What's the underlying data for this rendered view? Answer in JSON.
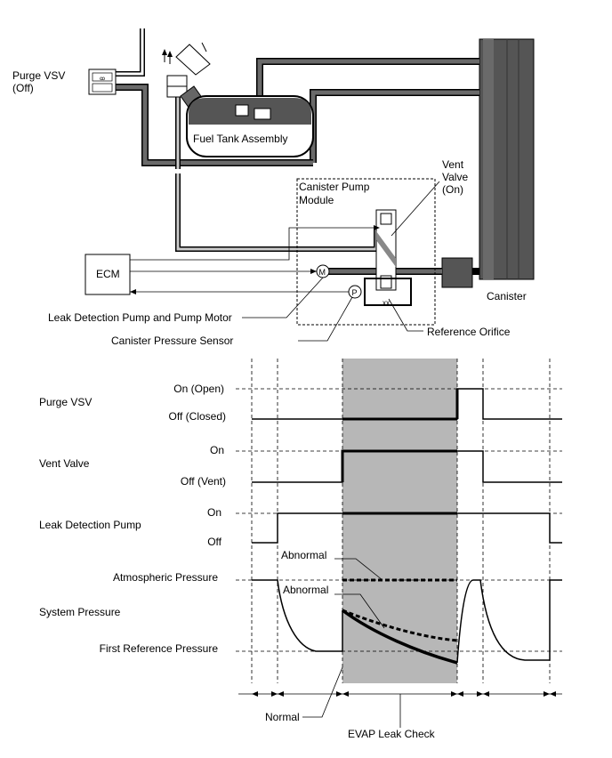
{
  "schematic": {
    "purge_vsv": [
      "Purge VSV",
      "(Off)"
    ],
    "fuel_tank": "Fuel Tank Assembly",
    "vent_valve": [
      "Vent",
      "Valve",
      "(On)"
    ],
    "pump_module": [
      "Canister Pump",
      "Module"
    ],
    "ecm": "ECM",
    "canister": "Canister",
    "leak_pump_motor": "Leak Detection Pump and Pump Motor",
    "pressure_sensor": "Canister Pressure Sensor",
    "reference_orifice": "Reference Orifice",
    "motor_symbol": "M",
    "sensor_symbol": "P"
  },
  "timing": {
    "rows": {
      "purge_vsv": "Purge VSV",
      "vent_valve": "Vent Valve",
      "leak_pump": "Leak Detection Pump",
      "system_pressure": "System Pressure"
    },
    "levels": {
      "on_open": "On (Open)",
      "off_closed": "Off (Closed)",
      "on_vent": "On",
      "off_vent": "Off (Vent)",
      "on_pump": "On",
      "off_pump": "Off",
      "atmospheric": "Atmospheric Pressure",
      "first_reference": "First Reference Pressure"
    },
    "annotations": {
      "abnormal_1": "Abnormal",
      "abnormal_2": "Abnormal",
      "normal": "Normal",
      "evap_leak_check": "EVAP Leak Check"
    },
    "colors": {
      "shade": "#b7b7b7",
      "line": "#000000"
    }
  }
}
